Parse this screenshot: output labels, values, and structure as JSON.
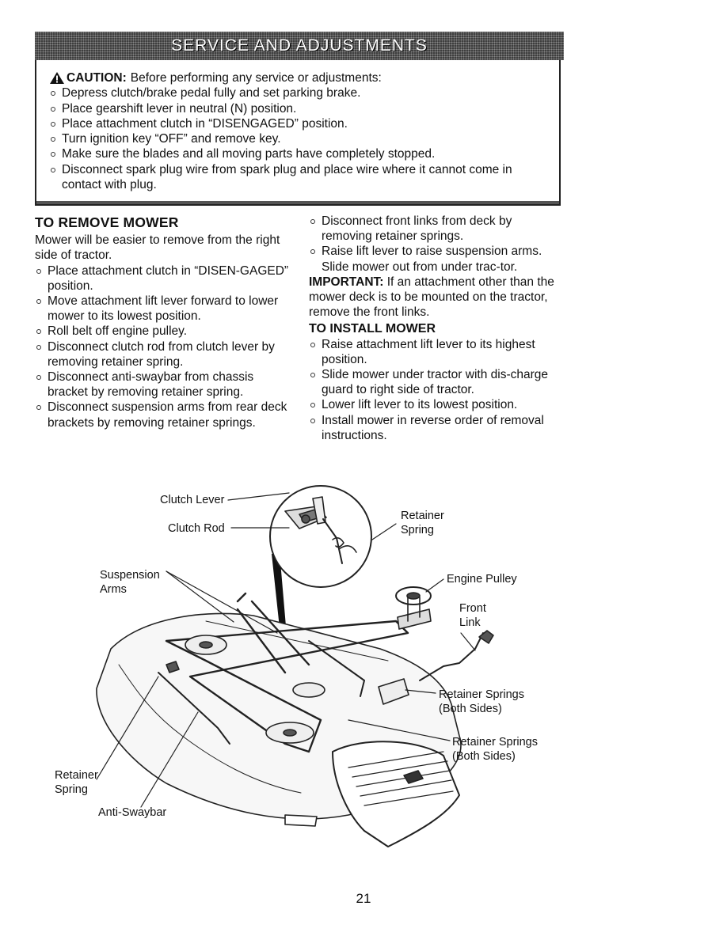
{
  "banner": {
    "title": "SERVICE AND ADJUSTMENTS"
  },
  "caution": {
    "label": "CAUTION:",
    "intro": "Before performing any service or adjustments:",
    "items": [
      "Depress clutch/brake pedal fully and set parking brake.",
      "Place gearshift lever in neutral (N) position.",
      "Place attachment clutch in “DISENGAGED” position.",
      "Turn ignition key “OFF” and remove key.",
      "Make sure the blades and all moving parts have completely stopped.",
      "Disconnect spark plug wire from spark plug and place wire where it cannot come in contact with plug."
    ]
  },
  "remove_mower": {
    "heading": "TO REMOVE MOWER",
    "intro": "Mower will be easier to remove from the right side of tractor.",
    "steps_left": [
      "Place attachment clutch in “DISEN-GAGED” position.",
      "Move attachment lift lever forward to lower mower to its lowest position.",
      "Roll belt off engine pulley.",
      "Disconnect clutch rod from clutch lever by removing retainer spring.",
      "Disconnect anti-swaybar from chassis bracket by removing retainer spring.",
      "Disconnect suspension arms from rear deck brackets by removing retainer springs."
    ],
    "steps_right": [
      "Disconnect front links from deck by removing retainer springs.",
      "Raise lift lever to raise suspension arms. Slide mower out from under trac-tor."
    ]
  },
  "important": {
    "label": "IMPORTANT:",
    "text": "If an attachment other than the mower deck is to be mounted on the tractor, remove the front links."
  },
  "install_mower": {
    "heading": "TO INSTALL MOWER",
    "steps": [
      "Raise attachment lift lever to its highest position.",
      "Slide mower under tractor with dis-charge guard to right side of tractor.",
      "Lower lift lever to its lowest position.",
      "Install mower in reverse order of removal instructions."
    ]
  },
  "figure": {
    "callouts": {
      "clutch_lever": "Clutch Lever",
      "clutch_rod": "Clutch Rod",
      "retainer_spring_top_1": "Retainer",
      "retainer_spring_top_2": "Spring",
      "suspension_arms_1": "Suspension",
      "suspension_arms_2": "Arms",
      "engine_pulley": "Engine Pulley",
      "front_link_1": "Front",
      "front_link_2": "Link",
      "retainer_springs_a_1": "Retainer Springs",
      "retainer_springs_a_2": "(Both Sides)",
      "retainer_springs_b_1": "Retainer Springs",
      "retainer_springs_b_2": "(Both Sides)",
      "retainer_spring_left_1": "Retainer",
      "retainer_spring_left_2": "Spring",
      "anti_swaybar": "Anti-Swaybar"
    }
  },
  "page_number": "21",
  "colors": {
    "banner_bg": "#3e3e3e",
    "text": "#111111"
  }
}
